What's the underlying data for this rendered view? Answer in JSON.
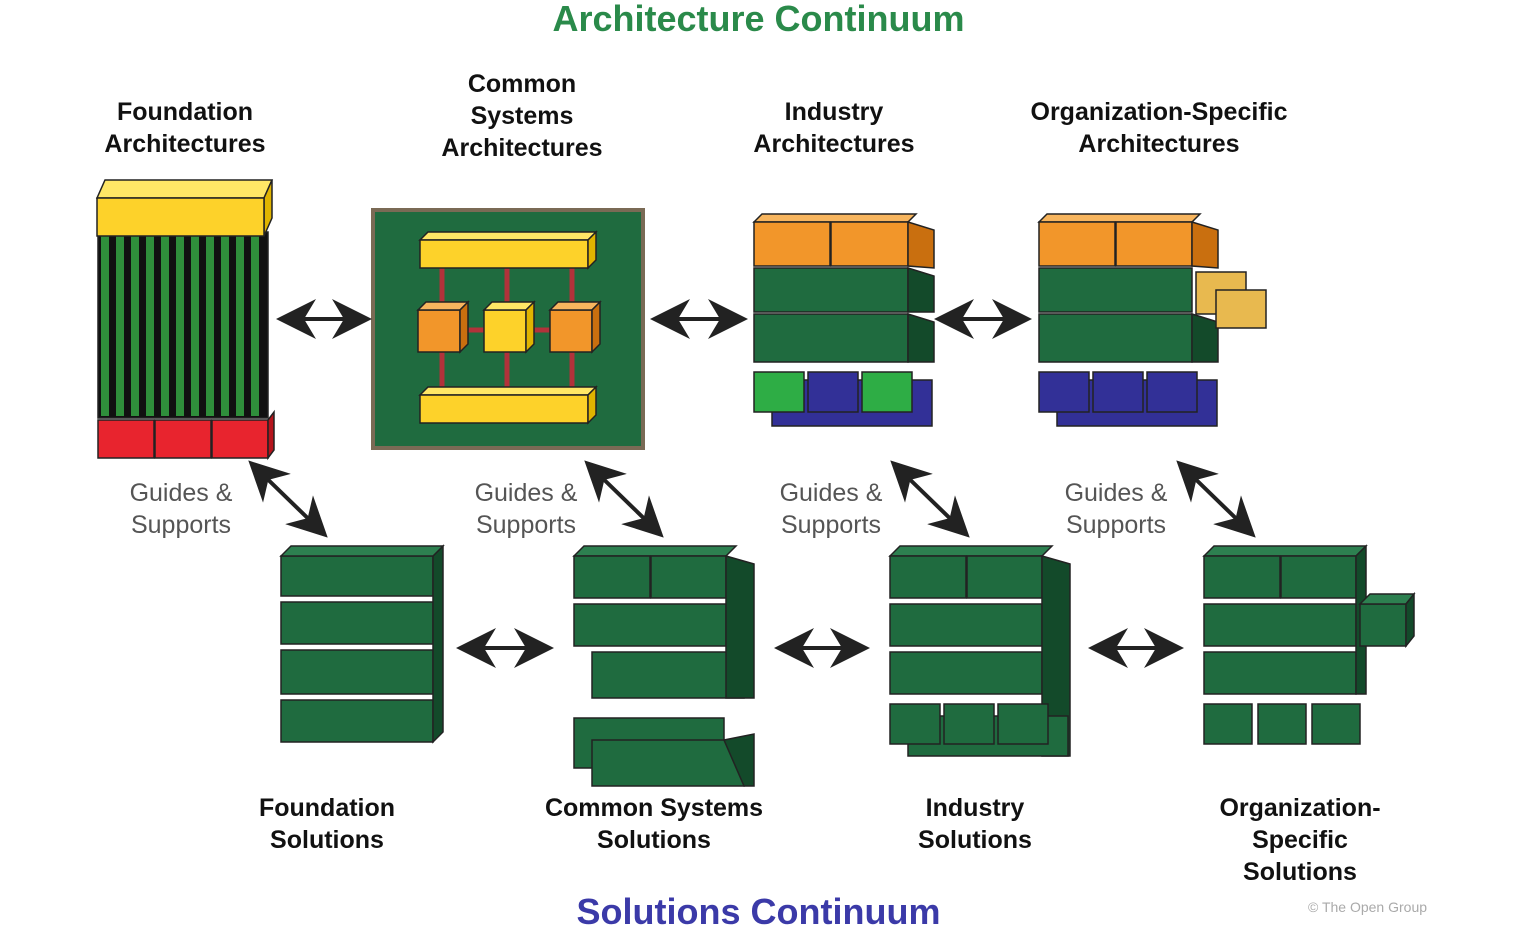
{
  "titles": {
    "architecture_continuum": "Architecture Continuum",
    "solutions_continuum": "Solutions Continuum"
  },
  "architectures": {
    "foundation": "Foundation\nArchitectures",
    "common_systems": "Common\nSystems\nArchitectures",
    "industry": "Industry\nArchitectures",
    "organization_specific": "Organization-Specific\nArchitectures"
  },
  "solutions": {
    "foundation": "Foundation\nSolutions",
    "common_systems": "Common Systems\nSolutions",
    "industry": "Industry\nSolutions",
    "organization_specific": "Organization-Specific\nSolutions"
  },
  "relations": {
    "guides_supports_1": "Guides &\nSupports",
    "guides_supports_2": "Guides &\nSupports",
    "guides_supports_3": "Guides &\nSupports",
    "guides_supports_4": "Guides &\nSupports"
  },
  "copyright": "© The Open Group",
  "colors": {
    "architecture_title": "#2a8a4a",
    "solutions_title": "#3b3aa8",
    "green_block": "#1f6b3f",
    "orange_block": "#f2962a",
    "yellow_block": "#fdd22a",
    "blue_block": "#323097",
    "red_block": "#e8242e"
  }
}
